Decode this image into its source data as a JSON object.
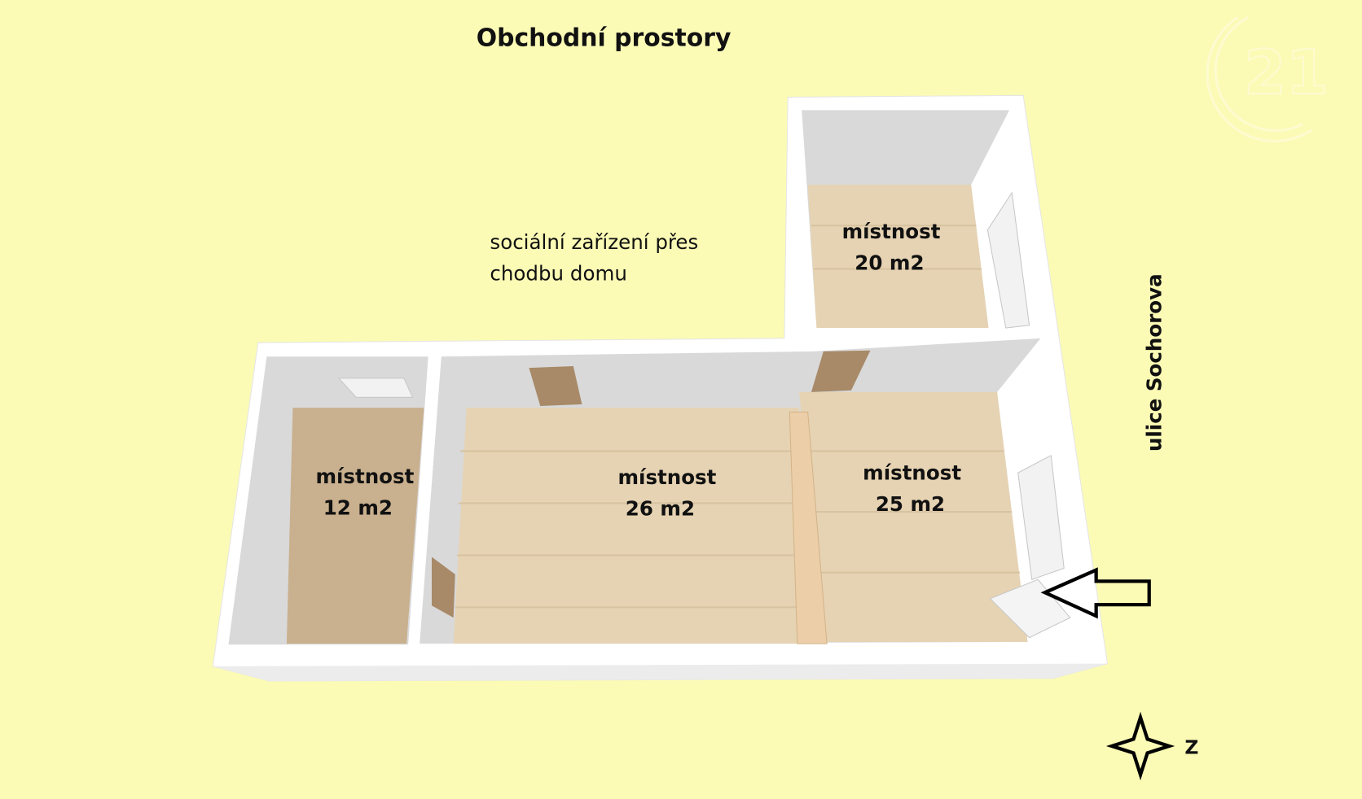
{
  "title": "Obchodní prostory",
  "note": {
    "line1": "sociální zařízení přes",
    "line2": "chodbu domu"
  },
  "street": "ulice Sochorova",
  "rooms": [
    {
      "name": "místnost",
      "area": "12 m2"
    },
    {
      "name": "místnost",
      "area": "26 m2"
    },
    {
      "name": "místnost",
      "area": "25 m2"
    },
    {
      "name": "místnost",
      "area": "20 m2"
    }
  ],
  "compass": {
    "label": "Z"
  },
  "logo": {
    "text": "21"
  },
  "colors": {
    "background": "#fbfbb6",
    "floor": "#e6d3b3",
    "wall": "#ffffff",
    "inner_wall": "#d9d9d9"
  }
}
